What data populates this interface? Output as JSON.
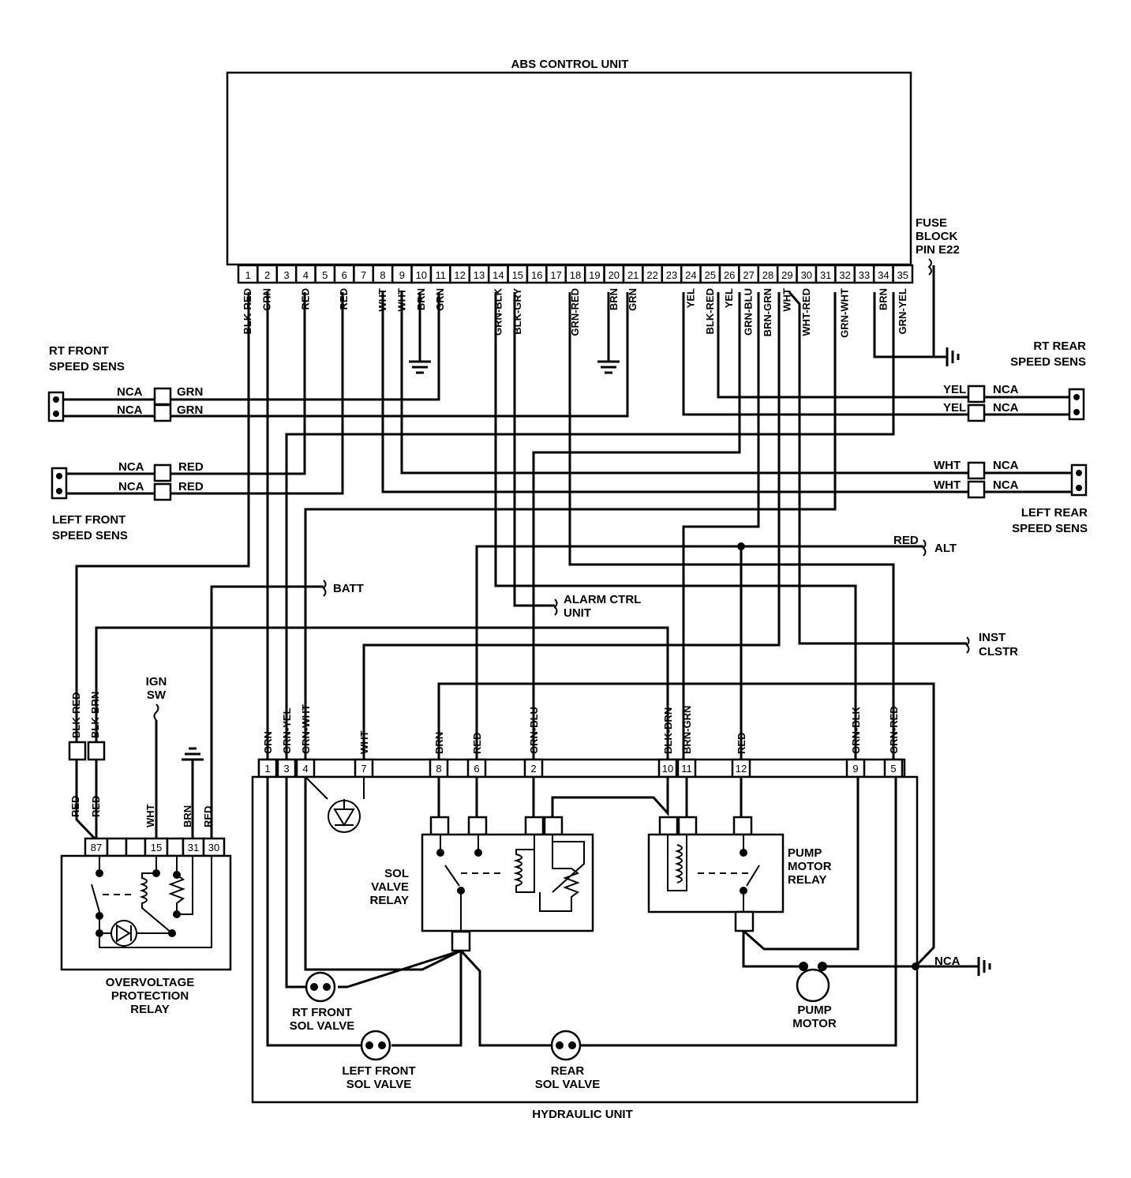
{
  "abs_unit": {
    "title": "ABS CONTROL UNIT",
    "pins": [
      "1",
      "2",
      "3",
      "4",
      "5",
      "6",
      "7",
      "8",
      "9",
      "10",
      "11",
      "12",
      "13",
      "14",
      "15",
      "16",
      "17",
      "18",
      "19",
      "20",
      "21",
      "22",
      "23",
      "24",
      "25",
      "26",
      "27",
      "28",
      "29",
      "30",
      "31",
      "32",
      "33",
      "34",
      "35"
    ],
    "pin_wires": [
      {
        "pin": "1",
        "color": "BLK-RED"
      },
      {
        "pin": "2",
        "color": "GRN"
      },
      {
        "pin": "4",
        "color": "RED"
      },
      {
        "pin": "6",
        "color": "RED"
      },
      {
        "pin": "8",
        "color": "WHT"
      },
      {
        "pin": "9",
        "color": "WHT"
      },
      {
        "pin": "10",
        "color": "BRN"
      },
      {
        "pin": "11",
        "color": "GRN"
      },
      {
        "pin": "14",
        "color": "GRN-BLK"
      },
      {
        "pin": "15",
        "color": "BLK-GRY"
      },
      {
        "pin": "18",
        "color": "GRN-RED"
      },
      {
        "pin": "20",
        "color": "BRN"
      },
      {
        "pin": "21",
        "color": "GRN"
      },
      {
        "pin": "24",
        "color": "YEL"
      },
      {
        "pin": "25",
        "color": "BLK-RED"
      },
      {
        "pin": "26",
        "color": "YEL"
      },
      {
        "pin": "27",
        "color": "GRN-BLU"
      },
      {
        "pin": "28",
        "color": "BRN-GRN"
      },
      {
        "pin": "29",
        "color": "WHT"
      },
      {
        "pin": "30",
        "color": "WHT-RED"
      },
      {
        "pin": "32",
        "color": "GRN-WHT"
      },
      {
        "pin": "34",
        "color": "BRN"
      },
      {
        "pin": "35",
        "color": "GRN-YEL"
      }
    ]
  },
  "fuse_block": {
    "line1": "FUSE",
    "line2": "BLOCK",
    "line3": "PIN E22"
  },
  "sensors": {
    "rt_front": {
      "line1": "RT FRONT",
      "line2": "SPEED SENS",
      "wires": [
        {
          "nca": "NCA",
          "color": "GRN"
        },
        {
          "nca": "NCA",
          "color": "GRN"
        }
      ]
    },
    "left_front": {
      "line1": "LEFT FRONT",
      "line2": "SPEED SENS",
      "wires": [
        {
          "nca": "NCA",
          "color": "RED"
        },
        {
          "nca": "NCA",
          "color": "RED"
        }
      ]
    },
    "rt_rear": {
      "line1": "RT REAR",
      "line2": "SPEED SENS",
      "wires": [
        {
          "nca": "NCA",
          "color": "YEL"
        },
        {
          "nca": "NCA",
          "color": "YEL"
        }
      ]
    },
    "left_rear": {
      "line1": "LEFT REAR",
      "line2": "SPEED SENS",
      "wires": [
        {
          "nca": "NCA",
          "color": "WHT"
        },
        {
          "nca": "NCA",
          "color": "WHT"
        }
      ]
    }
  },
  "connections": {
    "alt": {
      "color": "RED",
      "label": "ALT"
    },
    "batt": {
      "label": "BATT"
    },
    "alarm": {
      "line1": "ALARM CTRL",
      "line2": "UNIT"
    },
    "inst": {
      "line1": "INST",
      "line2": "CLSTR"
    },
    "ign": {
      "line1": "IGN",
      "line2": "SW"
    },
    "ground_nca": "NCA"
  },
  "overvoltage_relay": {
    "line1": "OVERVOLTAGE",
    "line2": "PROTECTION",
    "line3": "RELAY",
    "pins": [
      "87",
      "15",
      "31",
      "30"
    ],
    "upper_wires": [
      "BLK-RED",
      "BLK-BRN"
    ],
    "lower_wires": [
      "RED",
      "RED",
      "WHT",
      "BRN",
      "RED"
    ]
  },
  "hydraulic_unit": {
    "title": "HYDRAULIC UNIT",
    "pins": [
      "1",
      "3",
      "4",
      "7",
      "8",
      "6",
      "2",
      "10",
      "11",
      "12",
      "9",
      "5"
    ],
    "wires": [
      "GRN",
      "GRN-YEL",
      "GRN-WHT",
      "WHT",
      "BRN",
      "RED",
      "GRN-BLU",
      "BLK-BRN",
      "BRN-GRN",
      "RED",
      "GRN-BLK",
      "GRN-RED"
    ],
    "sol_valve_relay": {
      "line1": "SOL",
      "line2": "VALVE",
      "line3": "RELAY"
    },
    "pump_motor_relay": {
      "line1": "PUMP",
      "line2": "MOTOR",
      "line3": "RELAY"
    },
    "rt_front_valve": {
      "line1": "RT FRONT",
      "line2": "SOL VALVE"
    },
    "left_front_valve": {
      "line1": "LEFT FRONT",
      "line2": "SOL VALVE"
    },
    "rear_valve": {
      "line1": "REAR",
      "line2": "SOL VALVE"
    },
    "pump_motor": {
      "line1": "PUMP",
      "line2": "MOTOR"
    }
  }
}
